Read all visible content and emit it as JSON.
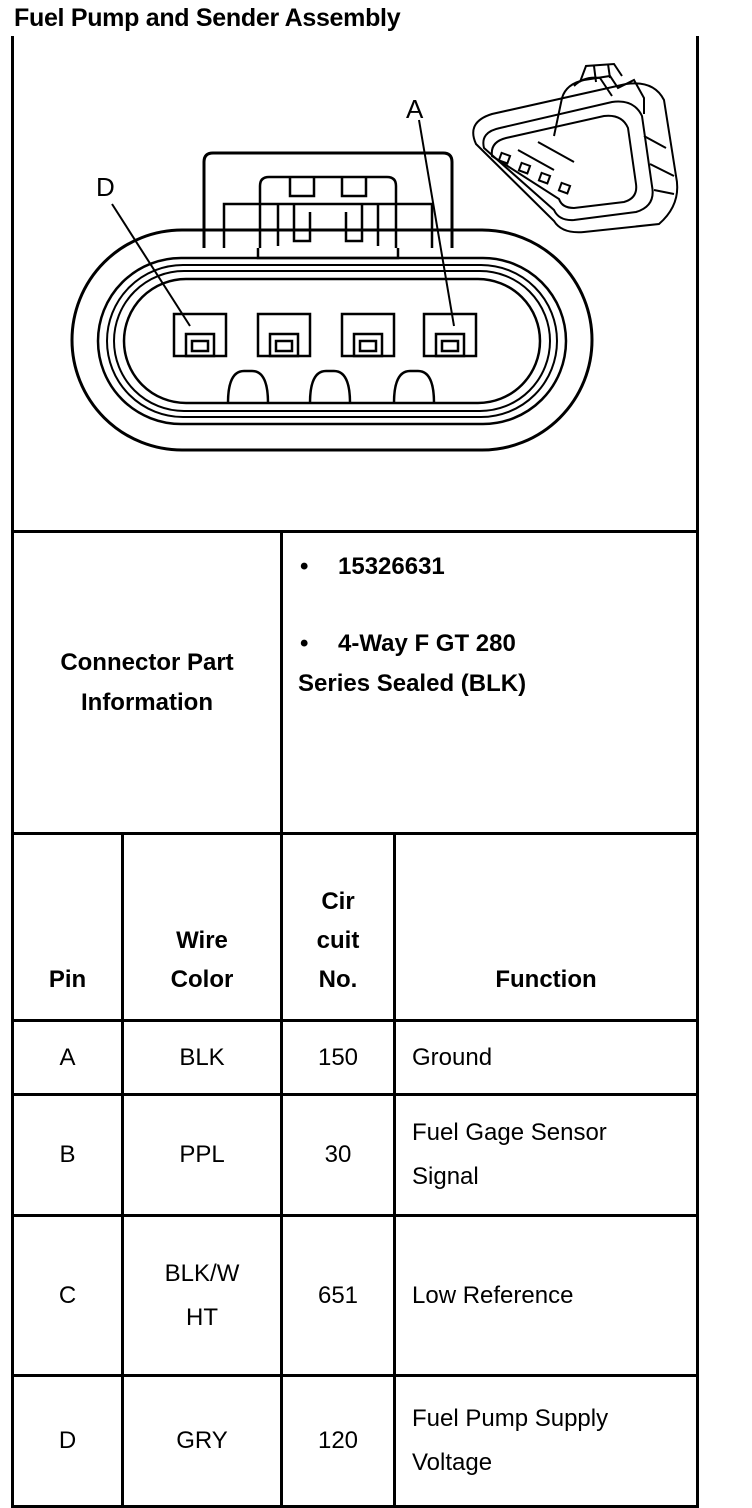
{
  "title": "Fuel Pump and Sender Assembly",
  "diagram": {
    "label_a": "A",
    "label_d": "D"
  },
  "connector_info": {
    "label_line1": "Connector Part",
    "label_line2": "Information",
    "bullet_symbol": "•",
    "part_number": "15326631",
    "description_line1": "4-Way F GT 280",
    "description_line2": "Series Sealed (BLK)"
  },
  "table": {
    "headers": {
      "pin": "Pin",
      "wire_color_line1": "Wire",
      "wire_color_line2": "Color",
      "circuit_line1": "Cir",
      "circuit_line2": "cuit",
      "circuit_line3": "No.",
      "function": "Function"
    },
    "rows": [
      {
        "pin": "A",
        "wire_line1": "BLK",
        "wire_line2": "",
        "circuit": "150",
        "function_line1": "Ground",
        "function_line2": ""
      },
      {
        "pin": "B",
        "wire_line1": "PPL",
        "wire_line2": "",
        "circuit": "30",
        "function_line1": "Fuel Gage Sensor",
        "function_line2": "Signal"
      },
      {
        "pin": "C",
        "wire_line1": "BLK/W",
        "wire_line2": "HT",
        "circuit": "651",
        "function_line1": "Low Reference",
        "function_line2": ""
      },
      {
        "pin": "D",
        "wire_line1": "GRY",
        "wire_line2": "",
        "circuit": "120",
        "function_line1": "Fuel Pump Supply",
        "function_line2": "Voltage"
      }
    ]
  }
}
